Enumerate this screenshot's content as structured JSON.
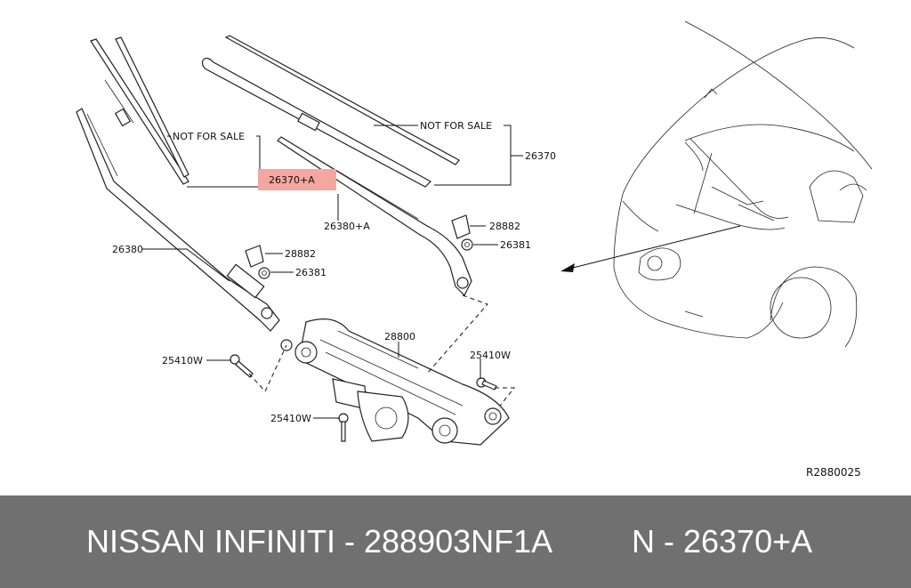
{
  "diagram": {
    "callouts": {
      "not_for_sale_left": "NOT FOR SALE",
      "not_for_sale_right": "NOT FOR SALE",
      "part_26370": "26370",
      "part_26370_a": "26370+A",
      "part_26380_a": "26380+A",
      "part_28882_right": "28882",
      "part_26381_right": "26381",
      "part_26380": "26380",
      "part_28882_left": "28882",
      "part_26381_left": "26381",
      "part_28800": "28800",
      "part_25410w_left": "25410W",
      "part_25410w_right": "25410W",
      "part_25410w_bottom": "25410W"
    },
    "reference_code": "R2880025",
    "highlight_color": "#f4a6a0"
  },
  "footer": {
    "brand_part": "NISSAN INFINITI - 288903NF1A",
    "callout_ref": "N - 26370+A"
  }
}
